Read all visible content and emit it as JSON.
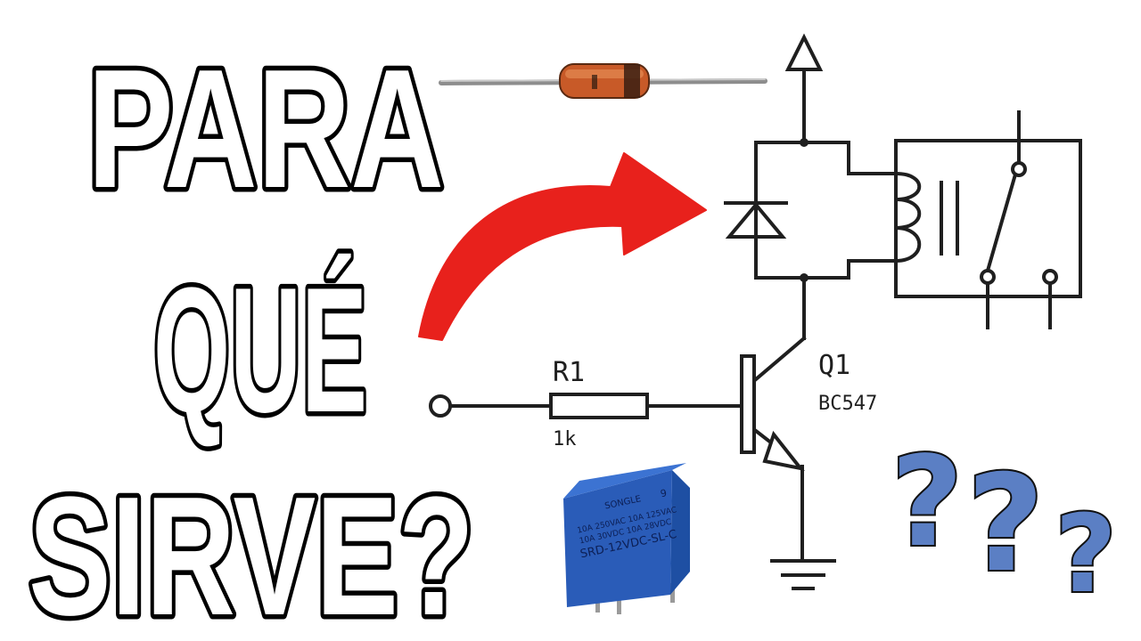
{
  "headline": {
    "line1": "PARA",
    "line2": "QUÉ",
    "line3": "SIRVE?"
  },
  "schematic": {
    "resistor_ref": "R1",
    "resistor_value": "1k",
    "transistor_ref": "Q1",
    "transistor_part": "BC547"
  },
  "relay": {
    "brand": "SONGLE",
    "pin_count": "9",
    "rating_1": "10A 250VAC  10A 125VAC",
    "rating_2": "10A 30VDC  10A 28VDC",
    "model": "SRD-12VDC-SL-C"
  },
  "question_marks": [
    "?",
    "?",
    "?"
  ],
  "colors": {
    "arrow": "#e8211c",
    "diode_body": "#c85a28",
    "relay_body": "#2f68c6",
    "question_fill": "#5b7fc4"
  }
}
